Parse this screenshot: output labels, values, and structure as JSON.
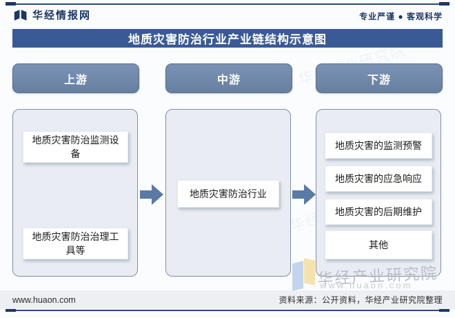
{
  "header": {
    "brand": "华经情报网",
    "tagline": "专业严谨 ● 客观科学",
    "title": "地质灾害防治行业产业链结构示意图"
  },
  "columns": [
    {
      "stage": "上游",
      "items": [
        "地质灾害防治监测设备",
        "地质灾害防治治理工具等"
      ]
    },
    {
      "stage": "中游",
      "items": [
        "地质灾害防治行业"
      ]
    },
    {
      "stage": "下游",
      "items": [
        "地质灾害的监测预警",
        "地质灾害的应急响应",
        "地质灾害的后期维护",
        "其他"
      ]
    }
  ],
  "footer": {
    "website": "www.huaon.com",
    "source": "资料来源：公开资料，华经产业研究院整理"
  },
  "watermark": {
    "name": "华经产业研究院",
    "site": "www.huaon.com"
  },
  "colors": {
    "navy": "#1c3765",
    "title_bar": "#3a5a96",
    "pill": "#6d86ac",
    "arrow": "#5b79a6",
    "container_fill": "#e9ecf2"
  }
}
